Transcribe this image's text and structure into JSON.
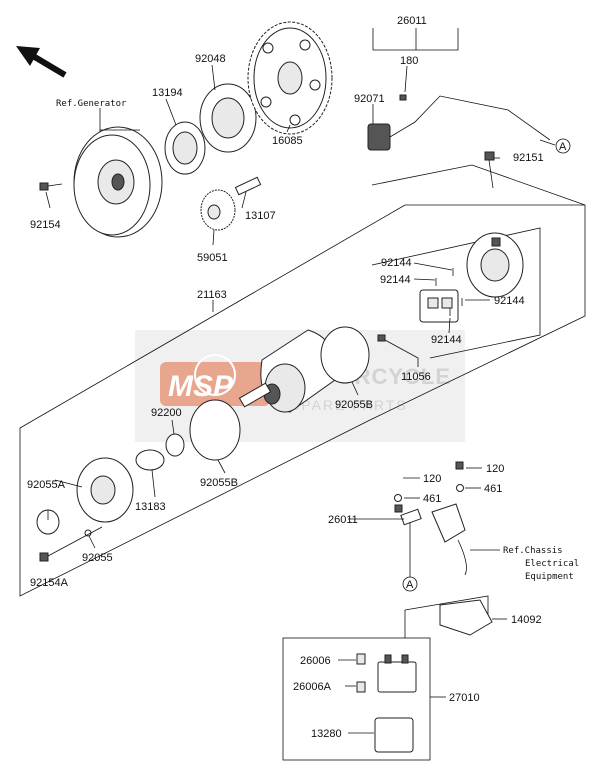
{
  "watermark": {
    "logo": "MSP",
    "line1": "MOTORCYCLE",
    "line2": "SPARE PARTS"
  },
  "parts": {
    "p26011_top": "26011",
    "p180": "180",
    "p92071": "92071",
    "p92048": "92048",
    "p13194": "13194",
    "p16085": "16085",
    "p92151": "92151",
    "ref_generator": "Ref.Generator",
    "p92154": "92154",
    "p13107": "13107",
    "p59051": "59051",
    "p21163": "21163",
    "p92144_a": "92144",
    "p92144_b": "92144",
    "p92144_c": "92144",
    "p92144_d": "92144",
    "p11056": "11056",
    "p92200": "92200",
    "p92055B_a": "92055B",
    "p92055B_b": "92055B",
    "p92055A": "92055A",
    "p13183": "13183",
    "p92055": "92055",
    "p92154A": "92154A",
    "p120_a": "120",
    "p120_b": "120",
    "p461_a": "461",
    "p461_b": "461",
    "p26011_bottom": "26011",
    "ref_chassis_1": "Ref.Chassis",
    "ref_chassis_2": "Electrical",
    "ref_chassis_3": "Equipment",
    "p14092": "14092",
    "p26006": "26006",
    "p26006A": "26006A",
    "p27010": "27010",
    "p13280": "13280",
    "callout_a1": "A",
    "callout_a2": "A"
  }
}
